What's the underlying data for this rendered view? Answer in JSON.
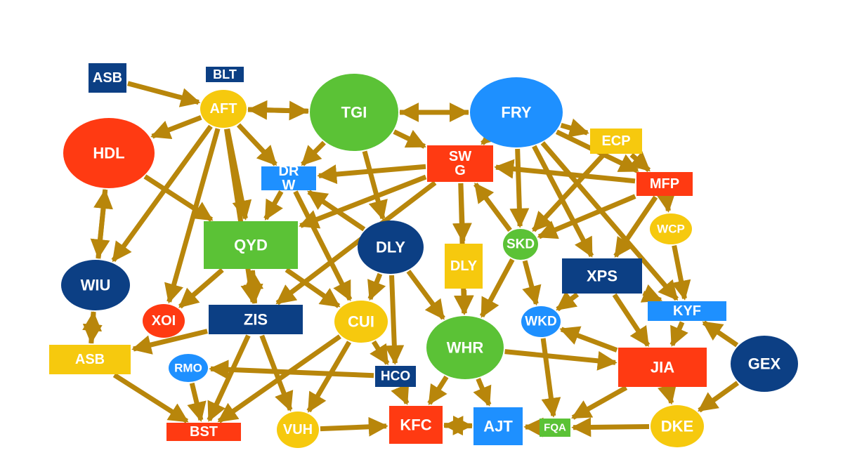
{
  "colors": {
    "navy": "#0c3f84",
    "blue": "#1e90ff",
    "green": "#5bc236",
    "yellow": "#f6c90e",
    "red": "#ff3a12",
    "edge": "#b8860b"
  },
  "nodes": [
    {
      "id": "ASB1",
      "label": "ASB",
      "color": "navy"
    },
    {
      "id": "BLT",
      "label": "BLT",
      "color": "navy"
    },
    {
      "id": "AFT",
      "label": "AFT",
      "color": "yellow"
    },
    {
      "id": "TGI",
      "label": "TGI",
      "color": "green"
    },
    {
      "id": "FRY",
      "label": "FRY",
      "color": "blue"
    },
    {
      "id": "HDL",
      "label": "HDL",
      "color": "red"
    },
    {
      "id": "ECP",
      "label": "ECP",
      "color": "yellow"
    },
    {
      "id": "SWG",
      "label": "SW G",
      "color": "red"
    },
    {
      "id": "DRW",
      "label": "DR W",
      "color": "blue"
    },
    {
      "id": "MFP",
      "label": "MFP",
      "color": "red"
    },
    {
      "id": "WCP",
      "label": "WCP",
      "color": "yellow"
    },
    {
      "id": "QYD",
      "label": "QYD",
      "color": "green"
    },
    {
      "id": "DLY1",
      "label": "DLY",
      "color": "navy"
    },
    {
      "id": "SKD",
      "label": "SKD",
      "color": "green"
    },
    {
      "id": "DLY2",
      "label": "DLY",
      "color": "yellow"
    },
    {
      "id": "XPS",
      "label": "XPS",
      "color": "navy"
    },
    {
      "id": "WIU",
      "label": "WIU",
      "color": "navy"
    },
    {
      "id": "KYF",
      "label": "KYF",
      "color": "blue"
    },
    {
      "id": "XOI",
      "label": "XOI",
      "color": "red"
    },
    {
      "id": "ZIS",
      "label": "ZIS",
      "color": "navy"
    },
    {
      "id": "CUI",
      "label": "CUI",
      "color": "yellow"
    },
    {
      "id": "WKD",
      "label": "WKD",
      "color": "blue"
    },
    {
      "id": "WHR",
      "label": "WHR",
      "color": "green"
    },
    {
      "id": "GEX",
      "label": "GEX",
      "color": "navy"
    },
    {
      "id": "ASB2",
      "label": "ASB",
      "color": "yellow"
    },
    {
      "id": "JIA",
      "label": "JIA",
      "color": "red"
    },
    {
      "id": "RMO",
      "label": "RMO",
      "color": "blue"
    },
    {
      "id": "HCO",
      "label": "HCO",
      "color": "navy"
    },
    {
      "id": "BST",
      "label": "BST",
      "color": "red"
    },
    {
      "id": "VUH",
      "label": "VUH",
      "color": "yellow"
    },
    {
      "id": "KFC",
      "label": "KFC",
      "color": "red"
    },
    {
      "id": "AJT",
      "label": "AJT",
      "color": "blue"
    },
    {
      "id": "FQA",
      "label": "FQA",
      "color": "green"
    },
    {
      "id": "DKE",
      "label": "DKE",
      "color": "yellow"
    }
  ],
  "edges": [
    [
      "ASB1",
      "AFT"
    ],
    [
      "AFT",
      "HDL"
    ],
    [
      "AFT",
      "TGI"
    ],
    [
      "TGI",
      "AFT"
    ],
    [
      "AFT",
      "DRW"
    ],
    [
      "AFT",
      "QYD"
    ],
    [
      "AFT",
      "WIU"
    ],
    [
      "AFT",
      "XOI"
    ],
    [
      "AFT",
      "ZIS"
    ],
    [
      "FRY",
      "TGI"
    ],
    [
      "TGI",
      "FRY"
    ],
    [
      "TGI",
      "DRW"
    ],
    [
      "TGI",
      "SWG"
    ],
    [
      "TGI",
      "DLY1"
    ],
    [
      "FRY",
      "SWG"
    ],
    [
      "FRY",
      "ECP"
    ],
    [
      "FRY",
      "MFP"
    ],
    [
      "FRY",
      "SKD"
    ],
    [
      "FRY",
      "XPS"
    ],
    [
      "FRY",
      "KYF"
    ],
    [
      "ECP",
      "MFP"
    ],
    [
      "ECP",
      "SKD"
    ],
    [
      "MFP",
      "SWG"
    ],
    [
      "MFP",
      "WCP"
    ],
    [
      "MFP",
      "SKD"
    ],
    [
      "MFP",
      "XPS"
    ],
    [
      "WCP",
      "KYF"
    ],
    [
      "SWG",
      "DRW"
    ],
    [
      "SWG",
      "QYD"
    ],
    [
      "SWG",
      "ZIS"
    ],
    [
      "SWG",
      "DLY2"
    ],
    [
      "SWG",
      "WHR"
    ],
    [
      "SKD",
      "SWG"
    ],
    [
      "SKD",
      "WHR"
    ],
    [
      "SKD",
      "WKD"
    ],
    [
      "DRW",
      "CUI"
    ],
    [
      "DLY1",
      "DRW"
    ],
    [
      "DRW",
      "QYD"
    ],
    [
      "DLY1",
      "CUI"
    ],
    [
      "DLY1",
      "HCO"
    ],
    [
      "DLY1",
      "WHR"
    ],
    [
      "DLY2",
      "WHR"
    ],
    [
      "HDL",
      "QYD"
    ],
    [
      "HDL",
      "WIU"
    ],
    [
      "WIU",
      "HDL"
    ],
    [
      "WIU",
      "ASB2"
    ],
    [
      "ASB2",
      "WIU"
    ],
    [
      "ASB2",
      "BST"
    ],
    [
      "QYD",
      "XOI"
    ],
    [
      "QYD",
      "ZIS"
    ],
    [
      "ZIS",
      "QYD"
    ],
    [
      "QYD",
      "CUI"
    ],
    [
      "ZIS",
      "ASB2"
    ],
    [
      "ZIS",
      "BST"
    ],
    [
      "ZIS",
      "VUH"
    ],
    [
      "CUI",
      "BST"
    ],
    [
      "CUI",
      "VUH"
    ],
    [
      "CUI",
      "HCO"
    ],
    [
      "HCO",
      "RMO"
    ],
    [
      "RMO",
      "BST"
    ],
    [
      "HCO",
      "KFC"
    ],
    [
      "VUH",
      "KFC"
    ],
    [
      "KFC",
      "AJT"
    ],
    [
      "AJT",
      "KFC"
    ],
    [
      "WHR",
      "KFC"
    ],
    [
      "WHR",
      "AJT"
    ],
    [
      "WHR",
      "JIA"
    ],
    [
      "XPS",
      "WKD"
    ],
    [
      "XPS",
      "JIA"
    ],
    [
      "XPS",
      "KYF"
    ],
    [
      "WKD",
      "FQA"
    ],
    [
      "JIA",
      "WKD"
    ],
    [
      "JIA",
      "FQA"
    ],
    [
      "JIA",
      "DKE"
    ],
    [
      "KYF",
      "JIA"
    ],
    [
      "GEX",
      "KYF"
    ],
    [
      "GEX",
      "DKE"
    ],
    [
      "DKE",
      "FQA"
    ],
    [
      "FQA",
      "AJT"
    ]
  ]
}
